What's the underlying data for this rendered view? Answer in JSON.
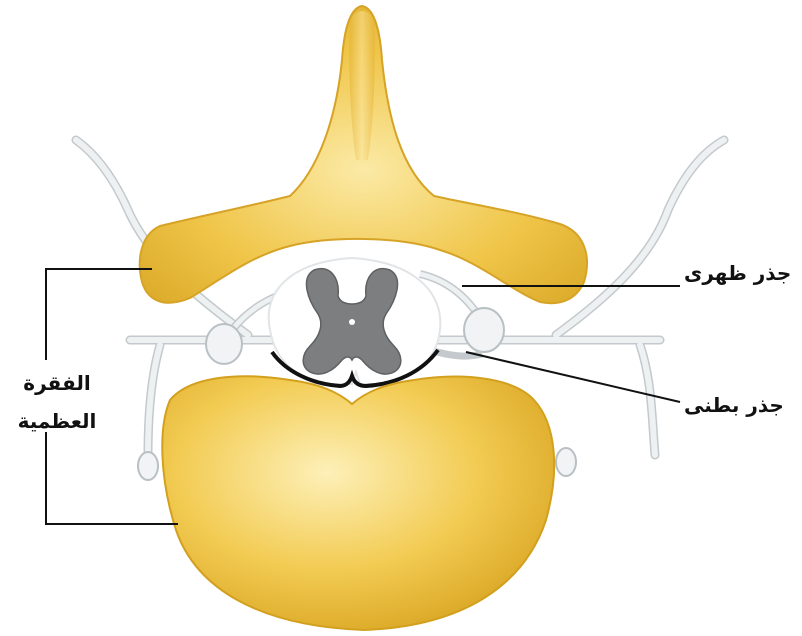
{
  "labels": {
    "dorsal_root": "جذر ظهرى",
    "ventral_root": "جذر بطنى",
    "vertebra_line1": "الفقرة",
    "vertebra_line2": "العظمية"
  },
  "colors": {
    "bone_light": "#fbe7a0",
    "bone_mid": "#f2c84a",
    "bone_dark": "#d9a520",
    "nerve": "#e6eaec",
    "nerve_stroke": "#b9c0c4",
    "gray_matter": "#7a7c7e",
    "white_matter": "#ffffff",
    "leader_line": "#111111"
  }
}
